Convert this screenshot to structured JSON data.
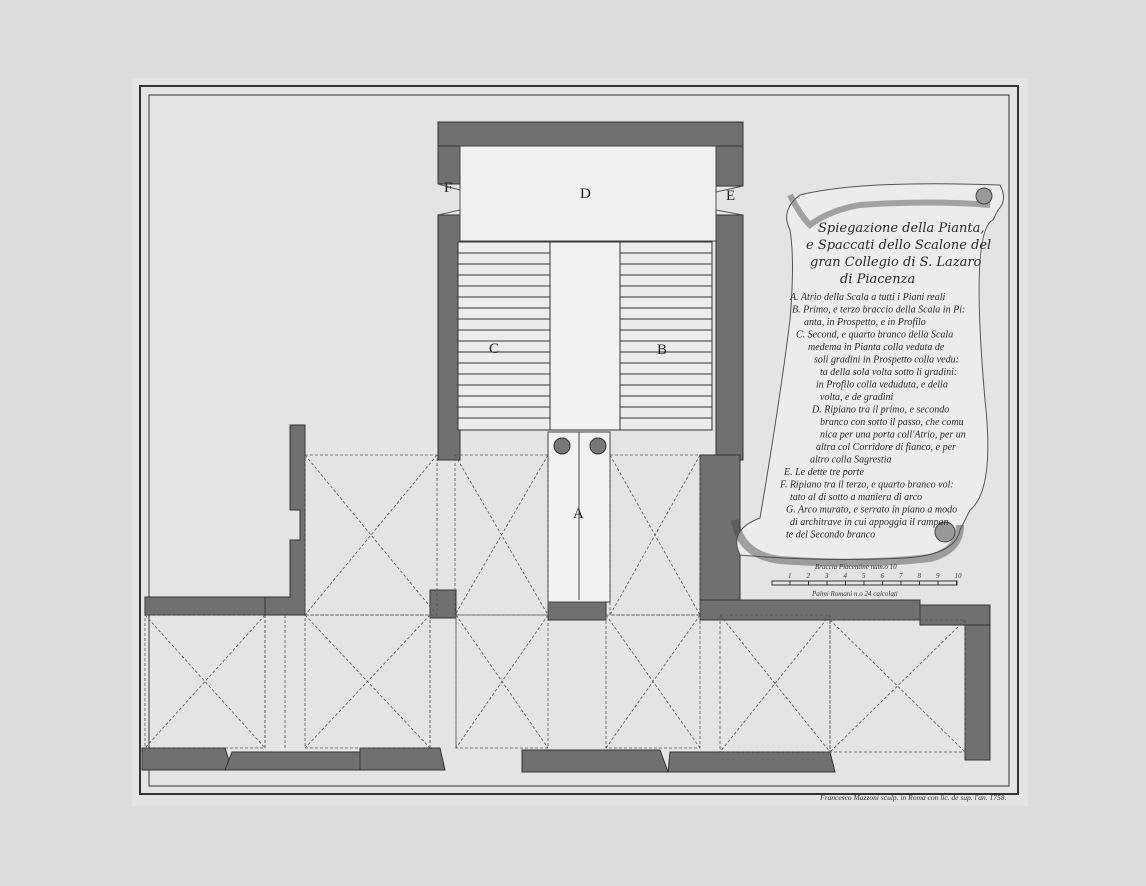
{
  "plate": {
    "room_labels": {
      "A": "A",
      "B": "B",
      "C": "C",
      "D": "D",
      "E": "E",
      "F": "F"
    },
    "legend": {
      "title_lines": [
        "Spiegazione della Pianta,",
        "e Spaccati dello Scalone del",
        "gran Collegio di S. Lazaro",
        "di Piacenza"
      ],
      "entries": [
        "A. Atrio della Scala a tutti i Piani reali",
        "B. Primo, e terzo braccio della Scala in Pi:",
        "anta, in Prospetto, e in Profilo",
        "C. Second, e quarto branco della Scala",
        "medema in Pianta colla veduta de",
        "soli gradini in Prospetto colla vedu:",
        "ta della sola volta sotto li gradini:",
        "in Profilo colla veduduta, e della",
        "volta, e de gradini",
        "D. Ripiano tra il primo, e secondo",
        "branco con sotto il passo, che comu",
        "nica per una porta coll'Atrio, per un",
        "altra col Corridore di fianco, e per",
        "altro colla Sagrestia",
        "E. Le dette tre porte",
        "F. Ripiano tra il terzo, e quarto branco vol:",
        "tato al di sotto a maniera di arco",
        "G. Arco murato, e serrato in piano a modo",
        "di architrave in cui appoggia il rampan",
        "te del Secondo branco"
      ]
    },
    "scale": {
      "braccia_label": "Braccia Piacentine num.o 10",
      "braccia_ticks": [
        "1",
        "2",
        "3",
        "4",
        "5",
        "6",
        "7",
        "8",
        "9",
        "10"
      ],
      "palmi_label": "Palmi Romani n.o 24 calcolati"
    },
    "signature": "Francesco Mazzoni sculp. in Roma con lic. de sup. l'an. 1758."
  },
  "colors": {
    "paper": "#dcdcdc",
    "plate": "#e6e6e6",
    "ink": "#2a2a2a",
    "wall": "#6e6e6e"
  }
}
